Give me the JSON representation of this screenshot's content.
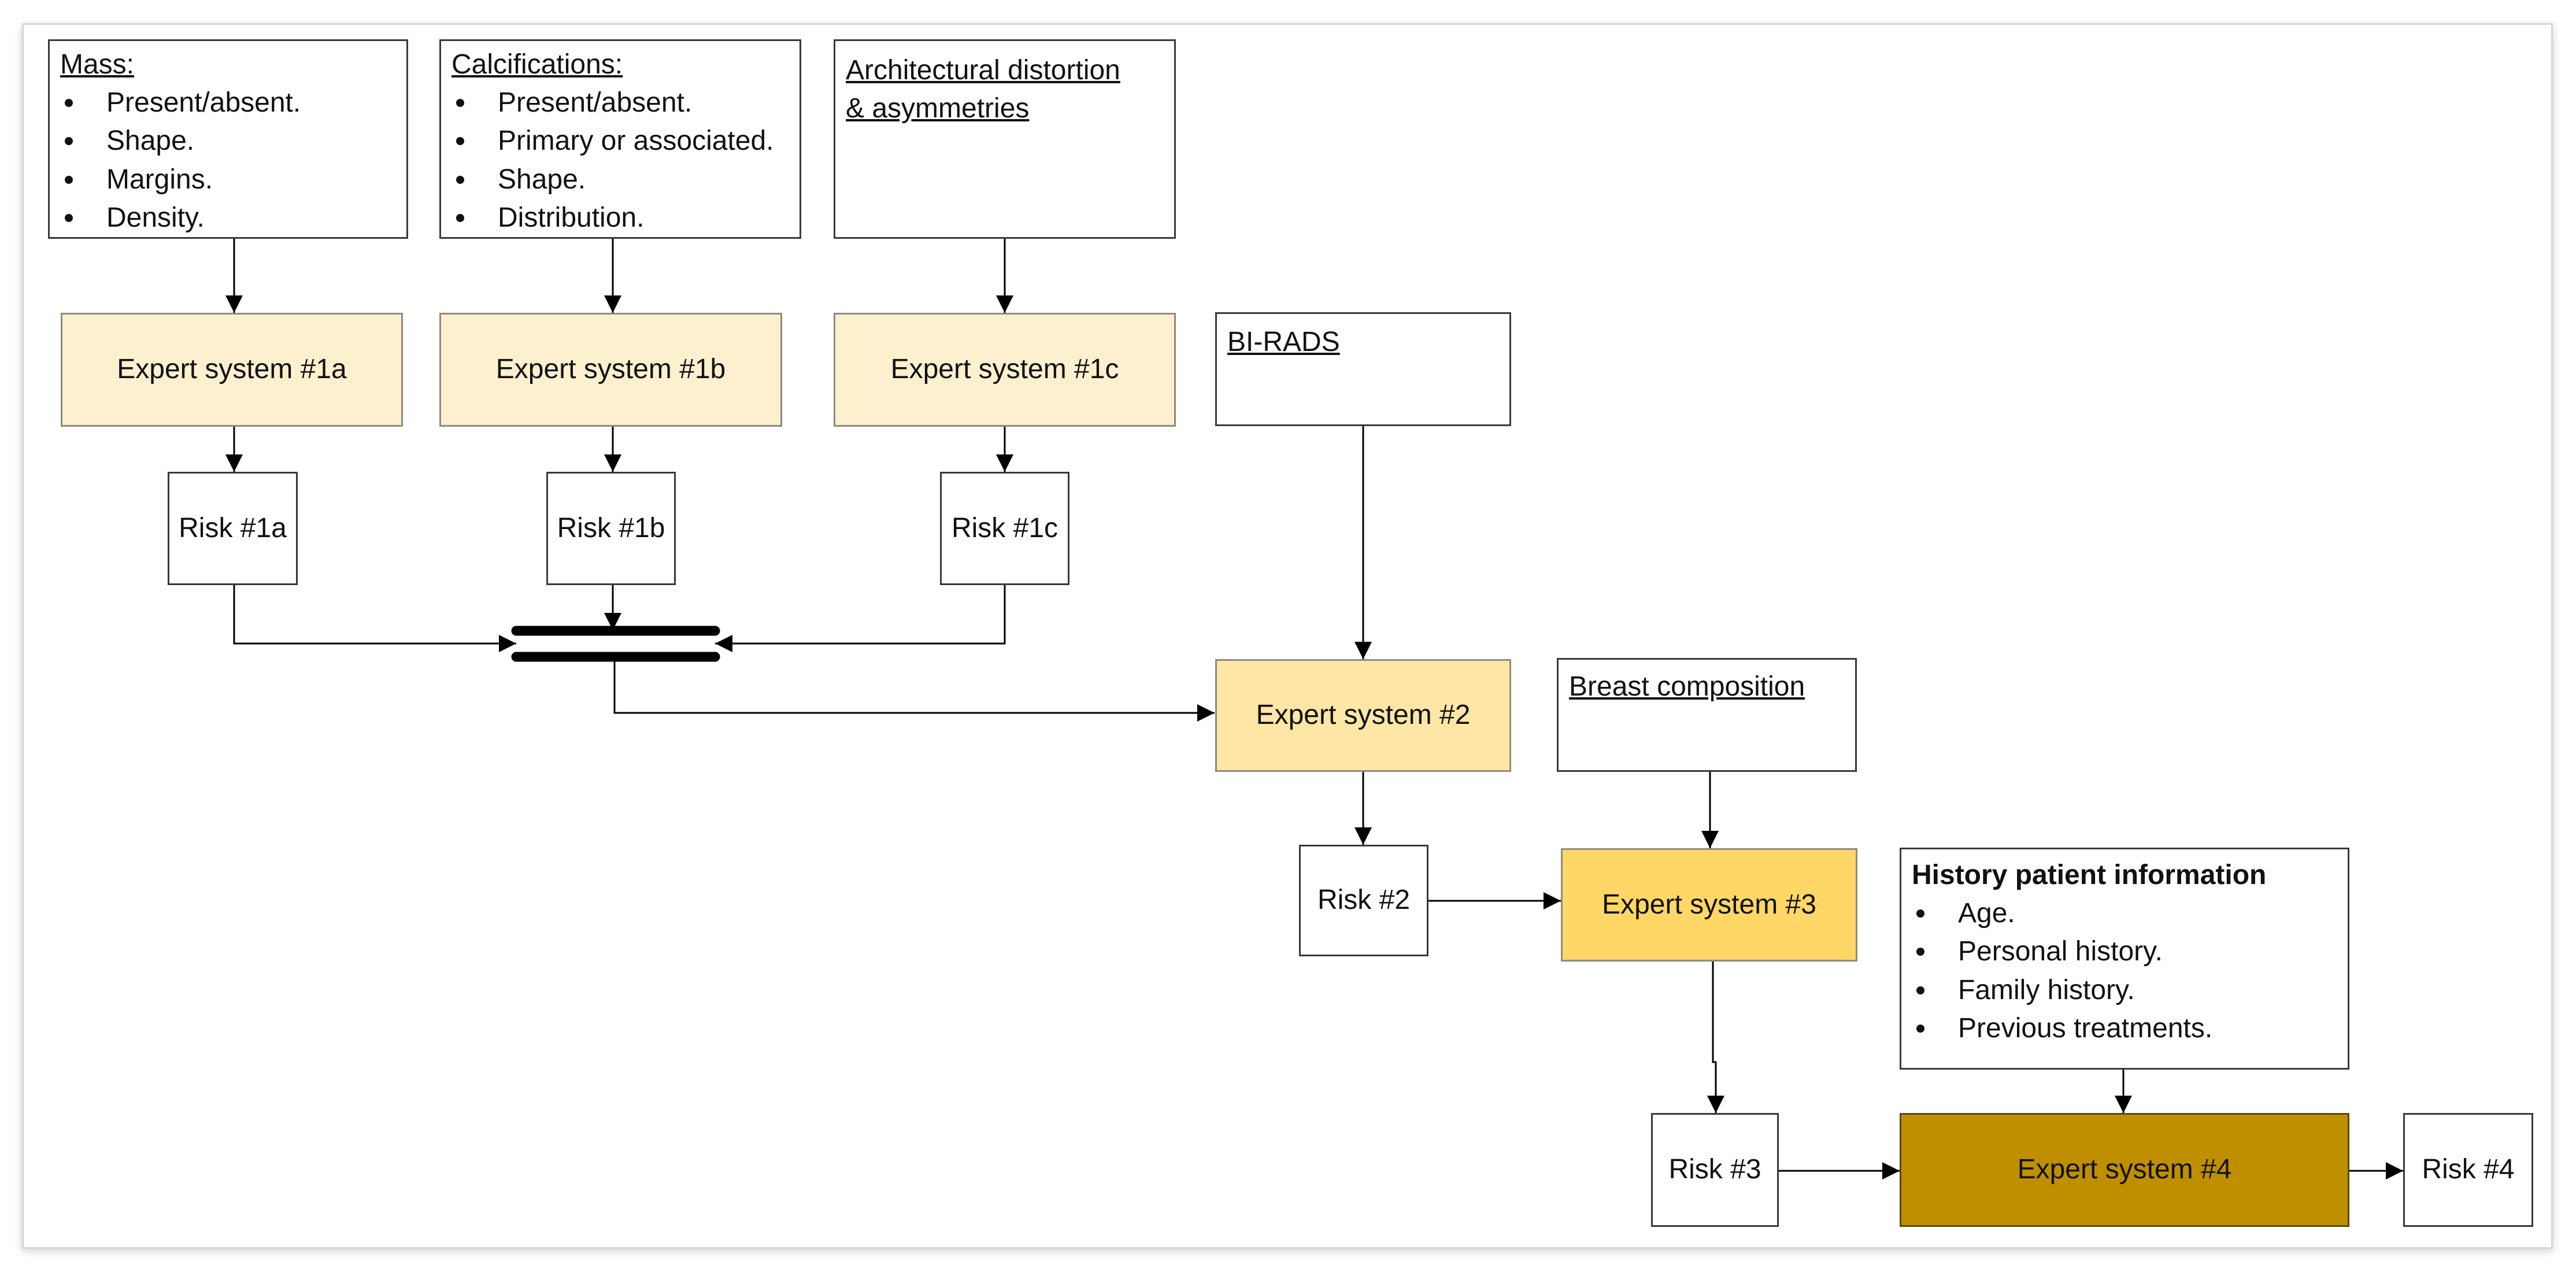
{
  "inputs": {
    "mass": {
      "title": "Mass:",
      "items": [
        "Present/absent.",
        "Shape.",
        "Margins.",
        "Density."
      ]
    },
    "calcifications": {
      "title": "Calcifications:",
      "items": [
        "Present/absent.",
        "Primary or associated.",
        "Shape.",
        "Distribution."
      ]
    },
    "architectural": {
      "title_line1": "Architectural distortion",
      "title_line2": "& asymmetries"
    },
    "birads": {
      "title": "BI-RADS"
    },
    "breast_composition": {
      "title": "Breast composition"
    },
    "history": {
      "title": "History patient information",
      "items": [
        "Age.",
        "Personal history.",
        "Family history.",
        "Previous treatments."
      ]
    }
  },
  "expert_systems": {
    "es1a": "Expert system #1a",
    "es1b": "Expert system #1b",
    "es1c": "Expert system #1c",
    "es2": "Expert system #2",
    "es3": "Expert system #3",
    "es4": "Expert system #4"
  },
  "risks": {
    "r1a": "Risk #1a",
    "r1b": "Risk #1b",
    "r1c": "Risk #1c",
    "r2": "Risk #2",
    "r3": "Risk #3",
    "r4": "Risk #4"
  },
  "colors": {
    "level1_fill": "#fdf0cf",
    "level2_fill": "#fee6a6",
    "level3_fill": "#fed766",
    "level4_fill": "#bf8f00",
    "line": "#000000"
  }
}
